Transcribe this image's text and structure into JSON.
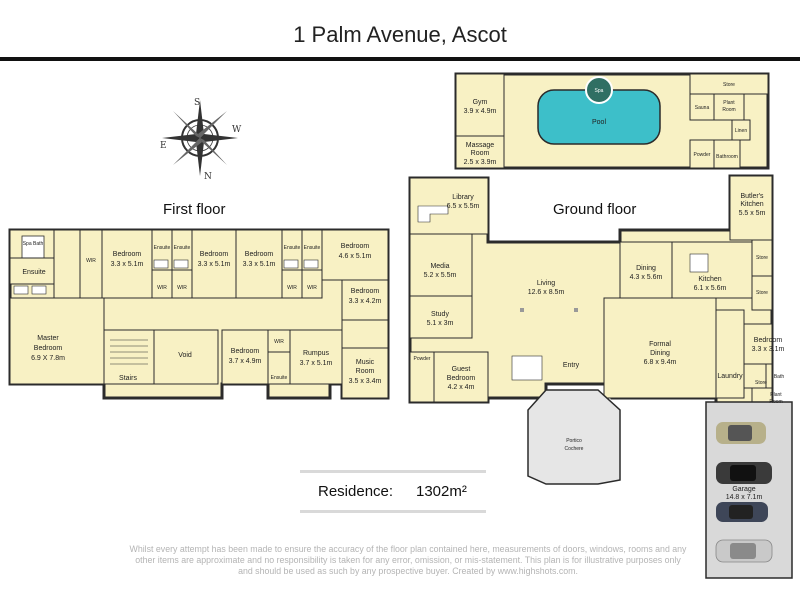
{
  "title": "1 Palm Avenue, Ascot",
  "floors": {
    "first": "First floor",
    "ground": "Ground floor"
  },
  "compass": {
    "n": "N",
    "s": "S",
    "e": "E",
    "w": "W"
  },
  "first_floor_rooms": {
    "spa": "Spa Bath",
    "ensuite_master": "Ensuite",
    "wir1": "WIR",
    "bed1": [
      "Bedroom",
      "3.3 x 5.1m"
    ],
    "ensuite_a": "Ensuite",
    "ensuite_b": "Ensuite",
    "bed2": [
      "Bedroom",
      "3.3 x 5.1m"
    ],
    "bed3": [
      "Bedroom",
      "3.3 x 5.1m"
    ],
    "ensuite_c": "Ensuite",
    "ensuite_d": "Ensuite",
    "bed4": [
      "Bedroom",
      "4.6 x 5.1m"
    ],
    "bed5": [
      "Bedroom",
      "3.3 x 4.2m"
    ],
    "wir2": "WIR",
    "wir3": "WIR",
    "wir4": "WIR",
    "wir5": "WIR",
    "master": [
      "Master",
      "Bedroom",
      "6.9 X 7.8m"
    ],
    "void": "Void",
    "stairs": "Stairs",
    "bed6": [
      "Bedroom",
      "3.7 x 4.9m"
    ],
    "wir6": "WIR",
    "ensuite_e": "Ensuite",
    "rumpus": [
      "Rumpus",
      "3.7 x 5.1m"
    ],
    "music": [
      "Music",
      "Room",
      "3.5 x 3.4m"
    ]
  },
  "ground_floor_rooms": {
    "gym": [
      "Gym",
      "3.9 x 4.9m"
    ],
    "massage": [
      "Massage",
      "Room",
      "2.5 x 3.9m"
    ],
    "spa": "Spa",
    "pool": "Pool",
    "store1": "Store",
    "sauna": "Sauna",
    "plant1": [
      "Plant",
      "Room"
    ],
    "linen": "Linen",
    "powder1": "Powder",
    "bathroom": "Bathroom",
    "library": [
      "Library",
      "6.5 x 5.5m"
    ],
    "butlers": [
      "Butler's",
      "Kitchen",
      "5.5 x 5m"
    ],
    "media": [
      "Media",
      "5.2 x 5.5m"
    ],
    "living": [
      "Living",
      "12.6 x 8.5m"
    ],
    "dining": [
      "Dining",
      "4.3 x 5.6m"
    ],
    "kitchen": [
      "Kitchen",
      "6.1 x 5.6m"
    ],
    "store2": "Store",
    "store3": "Store",
    "study": [
      "Study",
      "5.1 x 3m"
    ],
    "formal": [
      "Formal",
      "Dining",
      "6.8 x 9.4m"
    ],
    "bed": [
      "Bedroom",
      "3.3 x 3.1m"
    ],
    "bath": "Bath",
    "powder2": "Powder",
    "guest": [
      "Guest",
      "Bedroom",
      "4.2 x 4m"
    ],
    "entry": "Entry",
    "laundry": "Laundry",
    "store4": "Store",
    "plant2": [
      "Plant",
      "Room"
    ],
    "portico": [
      "Portico",
      "Cochere"
    ],
    "garage": [
      "Garage",
      "14.8 x 7.1m"
    ]
  },
  "residence": {
    "label": "Residence:",
    "value": "1302m²"
  },
  "disclaimer": "Whilst every attempt has been made to ensure the accuracy of the floor plan contained here, measurements of doors, windows, rooms and any other items are approximate and no responsibility is taken for any error, omission, or mis-statement. This plan is for illustrative purposes only and should be used as such by any prospective buyer.  Created by www.highshots.com.",
  "colors": {
    "floor": "#f8f1c4",
    "wall": "#2b2b2b",
    "pool": "#3dbfc9",
    "garage_floor": "#d9d9d9",
    "portico_floor": "#e6e6e6"
  }
}
